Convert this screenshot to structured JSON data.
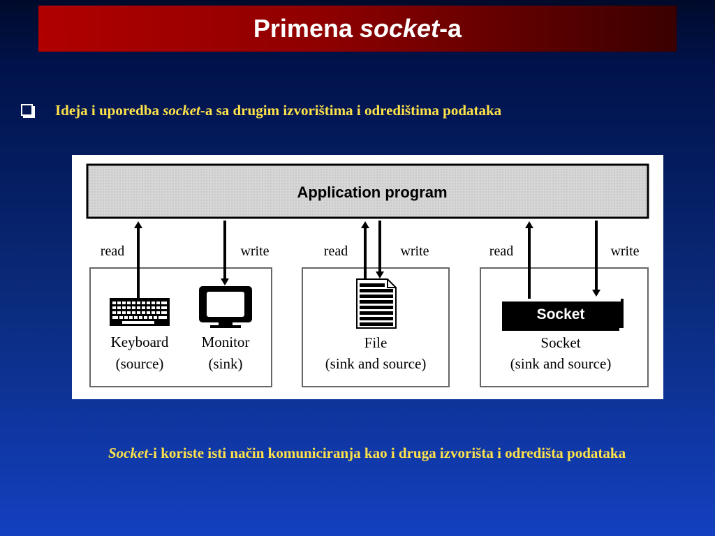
{
  "slide": {
    "title_main": "Primena ",
    "title_italic": "socket",
    "title_suffix": "-a",
    "bullet": {
      "before": "Ideja i uporedba ",
      "italic": "socket",
      "after": "-a sa drugim izvorištima i odredištima podataka"
    },
    "caption": {
      "italic": "Socket",
      "rest": "-i koriste isti način komuniciranja kao i druga izvorišta i odredišta podataka"
    }
  },
  "diagram": {
    "app_label": "Application program",
    "read": "read",
    "write": "write",
    "keyboard_label": "Keyboard",
    "keyboard_role": "(source)",
    "monitor_label": "Monitor",
    "monitor_role": "(sink)",
    "file_label": "File",
    "file_role": "(sink and source)",
    "socket_box_label": "Socket",
    "socket_label": "Socket",
    "socket_role": "(sink and source)"
  }
}
